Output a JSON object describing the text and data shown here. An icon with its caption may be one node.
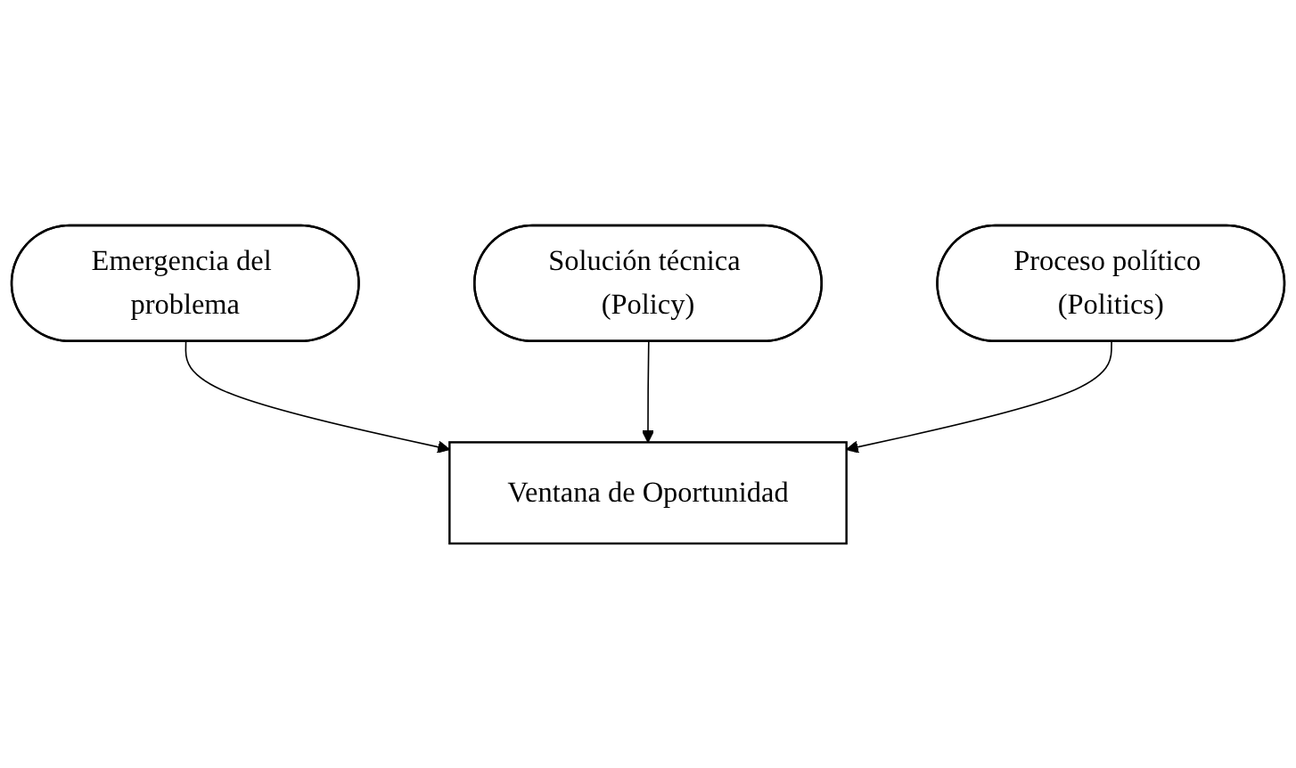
{
  "diagram": {
    "nodes": [
      {
        "text": [
          "Emergencia del problema"
        ]
      },
      {
        "text": [
          "Solución técnica (Policy)"
        ]
      },
      {
        "text": [
          "Ventana de Oportunidad"
        ]
      },
      {
        "text": [
          "Proceso político (Politics)"
        ]
      }
    ],
    "edges": [
      {
        "from": 0,
        "to": 2,
        "arrow": "to"
      },
      {
        "from": 1,
        "to": 2,
        "arrow": "to"
      },
      {
        "from": 3,
        "to": 2,
        "arrow": "to"
      }
    ]
  }
}
